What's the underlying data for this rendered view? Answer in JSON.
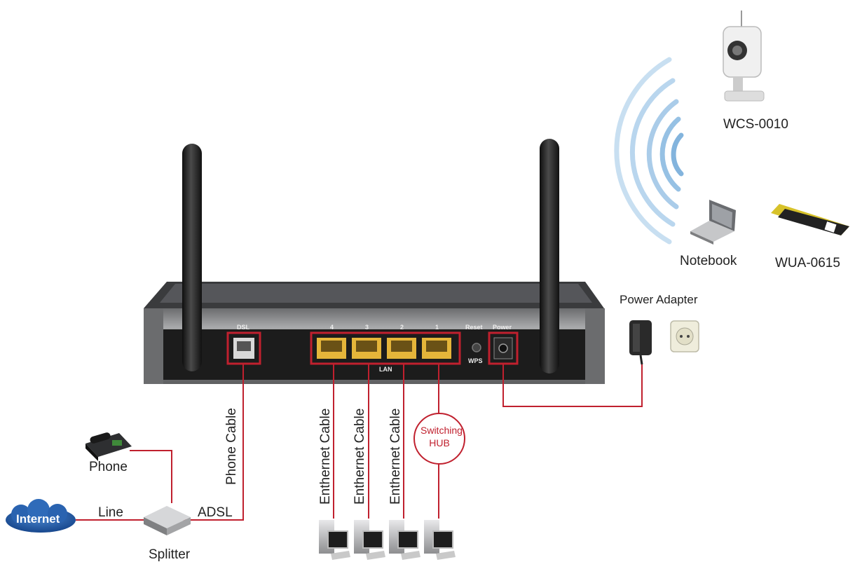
{
  "colors": {
    "cable": "#c0202e",
    "cloud": "#1f5aa8",
    "router_body": "#8d8e90",
    "router_face": "#1c1c1c",
    "lan_port": "#e5b53a",
    "signal": "#6aa7d8"
  },
  "router": {
    "ports": {
      "dsl": "DSL",
      "lan_numbers": [
        "4",
        "3",
        "2",
        "1"
      ],
      "lan": "LAN",
      "reset": "Reset",
      "wps": "WPS",
      "power": "Power"
    }
  },
  "labels": {
    "internet": "Internet",
    "line": "Line",
    "adsl": "ADSL",
    "splitter": "Splitter",
    "phone": "Phone",
    "phone_cable": "Phone Cable",
    "ethernet_cable_1": "Enthernet Cable",
    "ethernet_cable_2": "Enthernet Cable",
    "ethernet_cable_3": "Enthernet Cable",
    "switching_hub_line1": "Switching",
    "switching_hub_line2": "HUB",
    "power_adapter": "Power Adapter",
    "wcs": "WCS-0010",
    "notebook": "Notebook",
    "wua": "WUA-0615"
  },
  "icons": [
    "internet-cloud-icon",
    "splitter-icon",
    "phone-icon",
    "computer-icon",
    "power-adapter-icon",
    "wall-socket-icon",
    "ip-camera-icon",
    "notebook-icon",
    "usb-adapter-icon",
    "wireless-signal-icon"
  ]
}
